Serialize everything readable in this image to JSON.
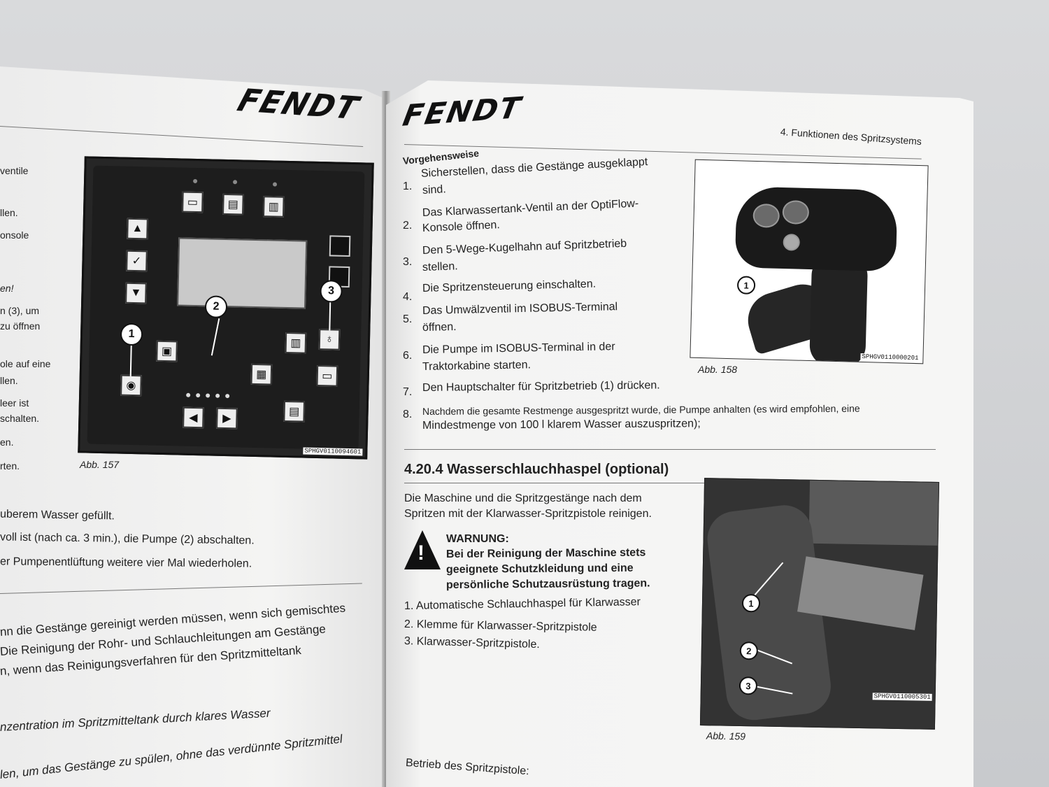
{
  "left_page": {
    "logo": "FENDT",
    "margin_fragments": [
      "ventile",
      "llen.",
      "onsole",
      "en!",
      "n (3), um",
      "zu öffnen",
      "ole auf eine",
      "llen.",
      "leer ist",
      "schalten.",
      "en.",
      "rten."
    ],
    "fig157_caption": "Abb. 157",
    "fig157_code": "SPHGV0110094601",
    "fig157_callouts": [
      "1",
      "2",
      "3"
    ],
    "body_lines": [
      "uberem Wasser gefüllt.",
      "voll ist (nach ca. 3 min.), die Pumpe (2) abschalten.",
      "er Pumpenentlüftung weitere vier Mal wiederholen."
    ],
    "lower_lines": [
      "nn die Gestänge gereinigt werden müssen, wenn sich gemischtes",
      "Die Reinigung der Rohr- und Schlauchleitungen am Gestänge",
      "n, wenn das Reinigungsverfahren für den Spritzmitteltank"
    ],
    "italic_line_1": "nzentration im Spritzmitteltank durch klares Wasser",
    "italic_line_2": "len, um das Gestänge zu spülen, ohne das verdünnte Spritzmittel"
  },
  "right_page": {
    "logo": "FENDT",
    "header": "4. Funktionen des Spritzsystems",
    "procedure_title": "Vorgehensweise",
    "steps": [
      {
        "num": "1.",
        "lines": [
          "Sicherstellen, dass die Gestänge ausgeklappt",
          "sind."
        ]
      },
      {
        "num": "2.",
        "lines": [
          "Das Klarwassertank-Ventil an der OptiFlow-",
          "Konsole öffnen."
        ]
      },
      {
        "num": "3.",
        "lines": [
          "Den 5-Wege-Kugelhahn auf Spritzbetrieb",
          "stellen."
        ]
      },
      {
        "num": "4.",
        "lines": [
          "Die Spritzensteuerung einschalten."
        ]
      },
      {
        "num": "5.",
        "lines": [
          "Das Umwälzventil im ISOBUS-Terminal",
          "öffnen."
        ]
      },
      {
        "num": "6.",
        "lines": [
          "Die Pumpe im ISOBUS-Terminal in der",
          "Traktorkabine starten."
        ]
      },
      {
        "num": "7.",
        "lines": [
          "Den Hauptschalter für Spritzbetrieb (1) drücken."
        ]
      },
      {
        "num": "8.",
        "lines": [
          "Nachdem die gesamte Restmenge ausgespritzt wurde, die Pumpe anhalten (es wird empfohlen, eine",
          "Mindestmenge von 100 l klarem Wasser auszuspritzen);"
        ]
      }
    ],
    "fig158_caption": "Abb. 158",
    "fig158_code": "SPHGV0110000201",
    "fig158_callout": "1",
    "section_title": "4.20.4 Wasserschlauchhaspel (optional)",
    "intro": [
      "Die Maschine und die Spritzgestänge nach dem",
      "Spritzen mit der Klarwasser-Spritzpistole reinigen."
    ],
    "warning_title": "WARNUNG:",
    "warning_text": [
      "Bei der Reinigung der Maschine stets",
      "geeignete Schutzkleidung und eine",
      "persönliche Schutzausrüstung tragen."
    ],
    "legend": [
      "1. Automatische Schlauchhaspel für Klarwasser",
      "2. Klemme für Klarwasser-Spritzpistole",
      "3. Klarwasser-Spritzpistole."
    ],
    "fig159_caption": "Abb. 159",
    "fig159_code": "SPHGV0110005301",
    "fig159_callouts": [
      "1",
      "2",
      "3"
    ],
    "footer_line": "Betrieb des Spritzpistole:"
  },
  "icons": [
    "warning-triangle-icon",
    "arrow-up-icon",
    "check-icon",
    "arrow-down-icon",
    "arrow-left-icon",
    "arrow-right-icon"
  ]
}
